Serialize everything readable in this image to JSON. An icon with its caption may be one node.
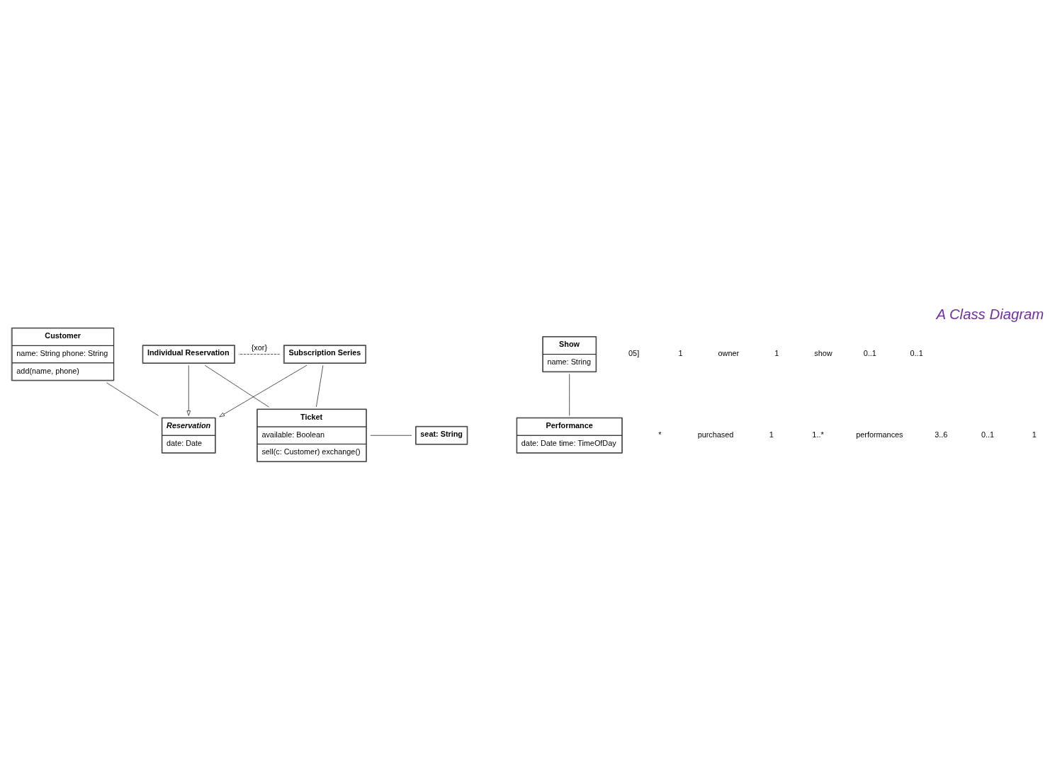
{
  "diagram": {
    "title": "A Class Diagram",
    "nodes": [
      {
        "text": [
          "Customer",
          "name: String phone: String",
          "add(name, phone)"
        ]
      },
      {
        "text": [
          "Reservation",
          "date: Date"
        ]
      },
      {
        "text": [
          "Subscription Series"
        ]
      },
      {
        "text": [
          "Individual Reservation"
        ]
      },
      {
        "text": [
          "Ticket",
          "available: Boolean",
          "sell(c: Customer) exchange()"
        ]
      },
      {
        "text": [
          "Show",
          "name: String"
        ]
      },
      {
        "text": [
          "seat: String"
        ]
      },
      {
        "text": [
          "Performance",
          "date: Date time: TimeOfDay"
        ]
      }
    ],
    "edges": [
      {
        "from": 0,
        "to": 1,
        "arrow": "none"
      },
      {
        "from": 2,
        "to": 1,
        "arrow": "to"
      },
      {
        "from": 3,
        "to": 1,
        "arrow": "to"
      },
      {
        "from": 2,
        "to": 4,
        "arrow": "none"
      },
      {
        "from": 3,
        "to": 4,
        "arrow": "none"
      },
      {
        "from": 2,
        "to": 3,
        "arrow": "none",
        "label": "{xor}",
        "style": "dashed"
      },
      {
        "from": 4,
        "to": 6,
        "arrow": "none"
      },
      {
        "from": 5,
        "to": 7,
        "arrow": "none"
      }
    ],
    "labels": [
      "05]",
      "1",
      "owner",
      "*",
      "purchased",
      "1",
      "show",
      "0..1",
      "0..1",
      "1",
      "1..*",
      "performances",
      "3..6",
      "0..1",
      "1"
    ]
  }
}
